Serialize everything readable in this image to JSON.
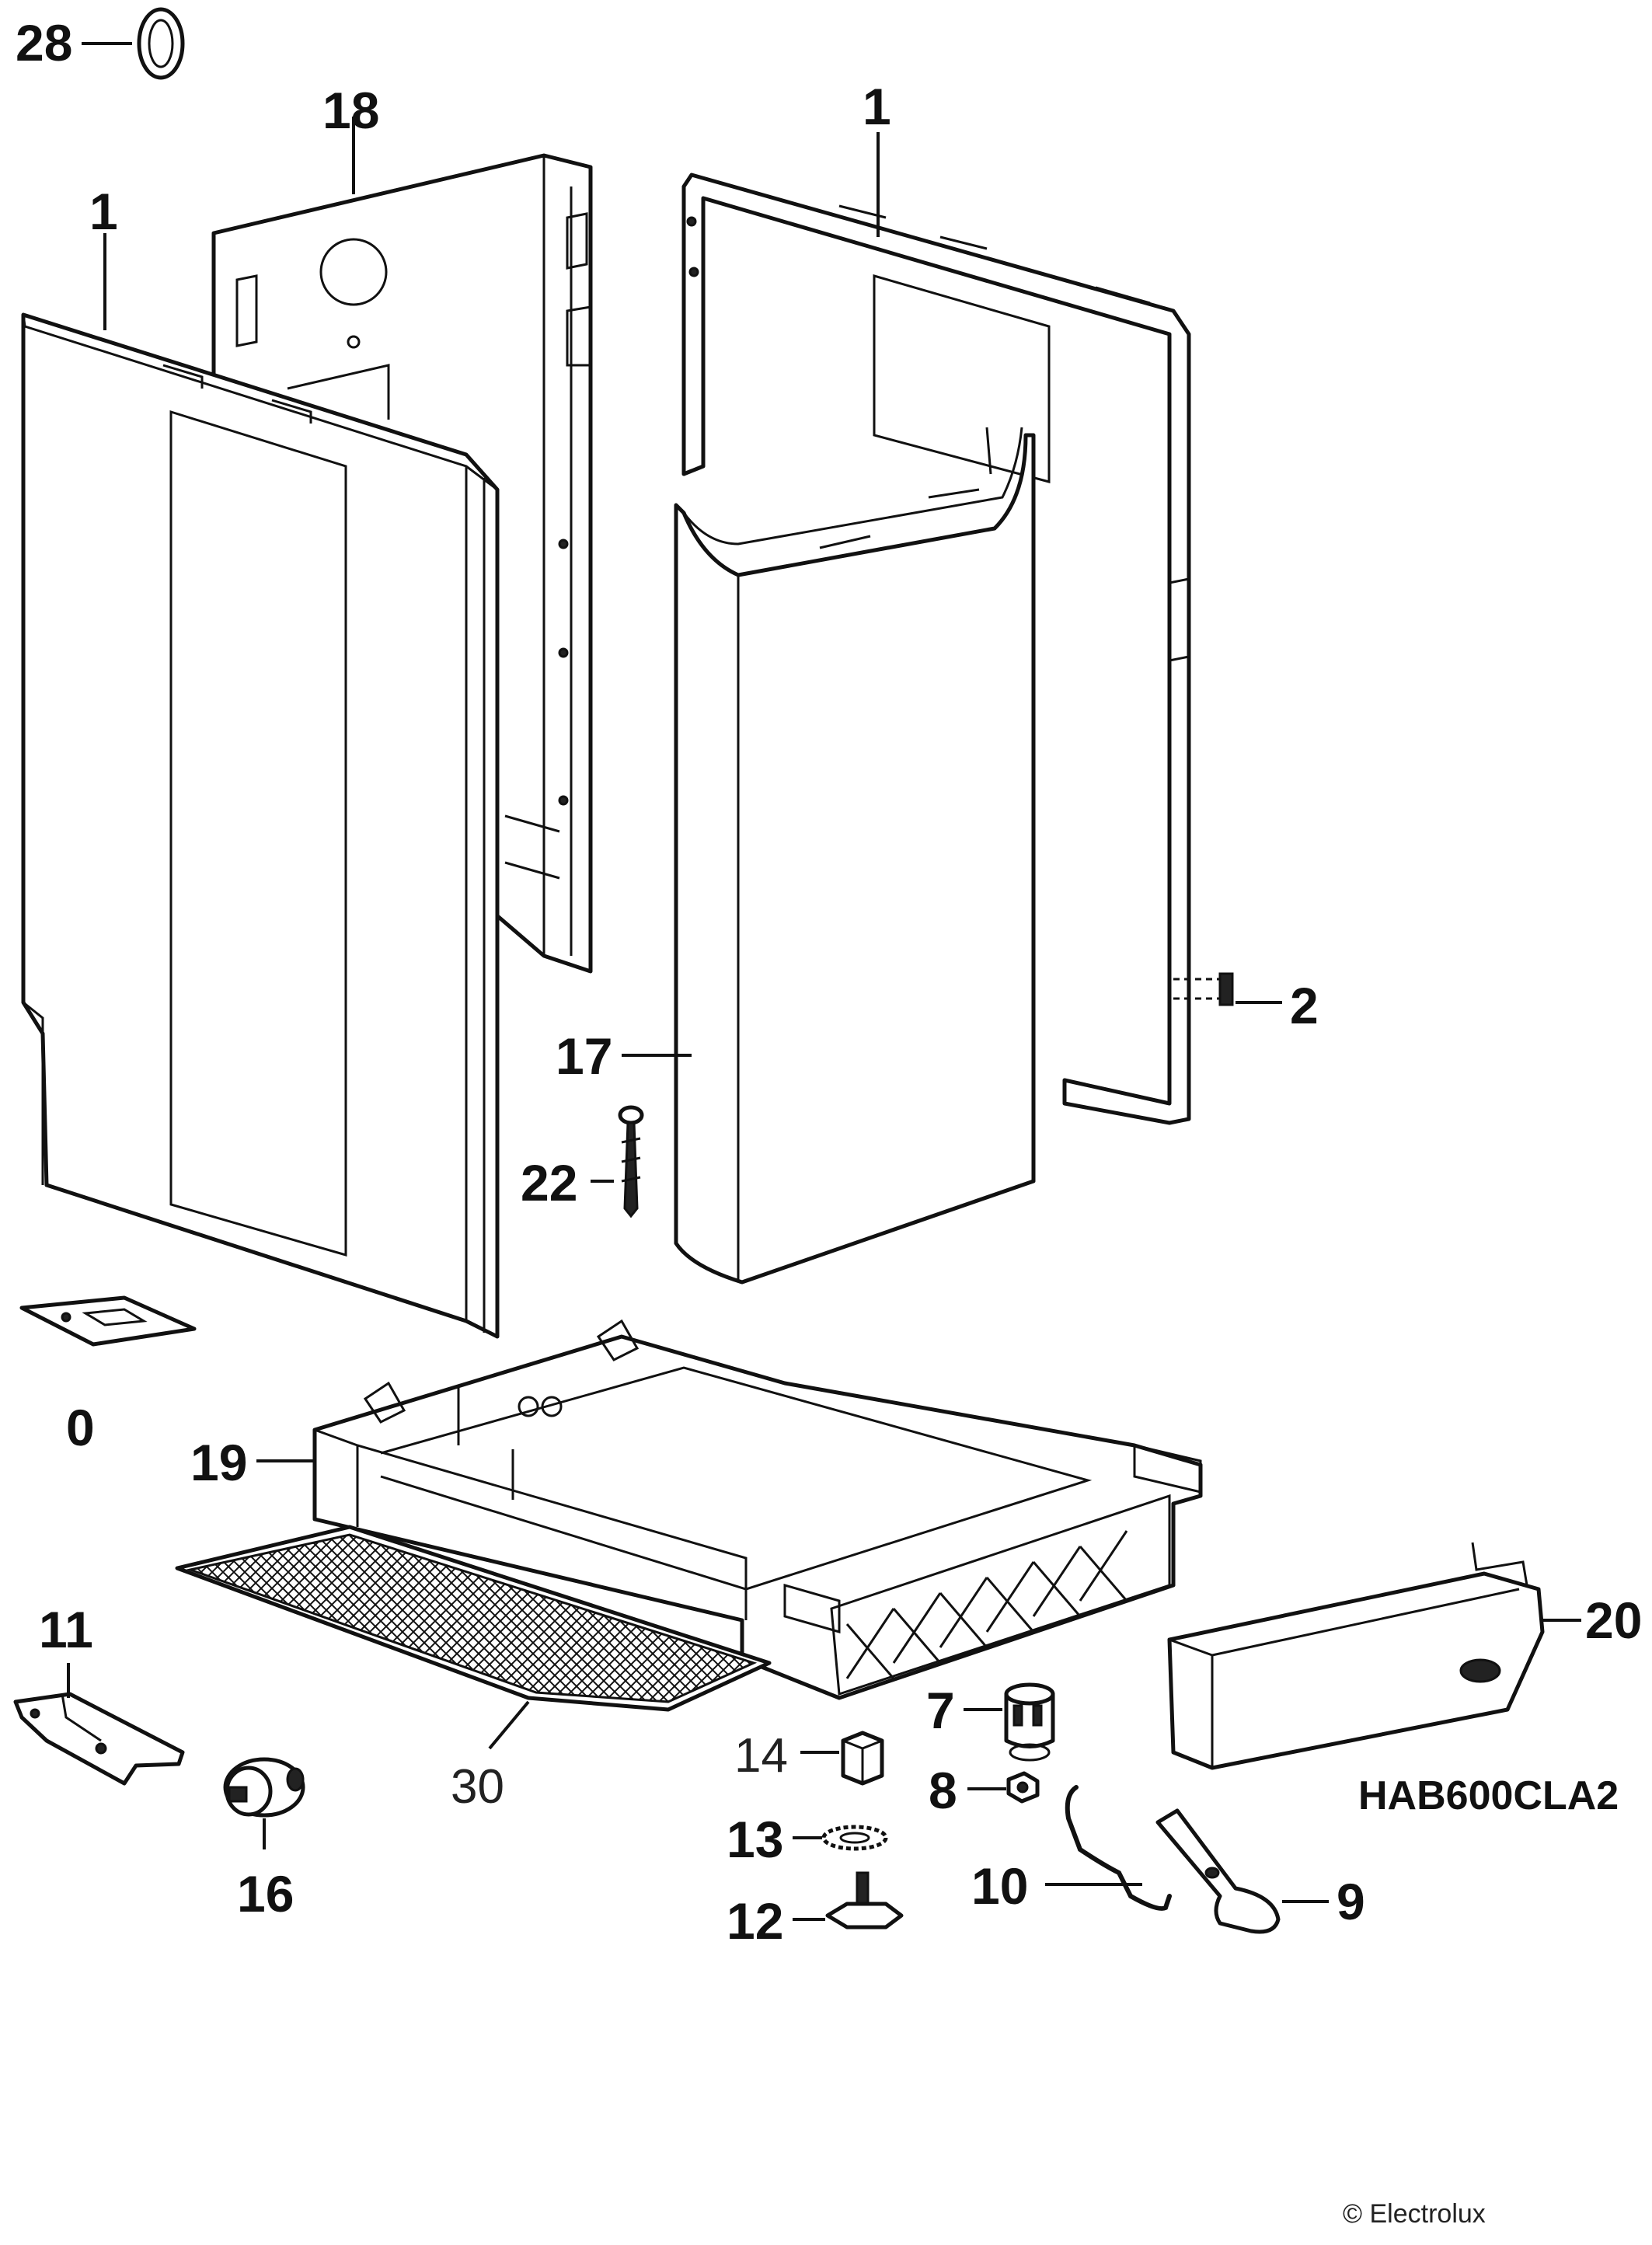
{
  "labels": {
    "p28": "28",
    "p18": "18",
    "p1_right": "1",
    "p1_left": "1",
    "p2": "2",
    "p17": "17",
    "p22": "22",
    "p0": "0",
    "p19": "19",
    "p20": "20",
    "p11": "11",
    "p30": "30",
    "p7": "7",
    "p14": "14",
    "p8": "8",
    "p13": "13",
    "p10": "10",
    "p12": "12",
    "p9": "9",
    "p16": "16"
  },
  "model_code": "HAB600CLA2",
  "copyright": "© Electrolux",
  "parts": [
    "ring-gasket",
    "rear-panel",
    "side-panel-right",
    "side-panel-left",
    "clip",
    "front-cover-panel",
    "screw",
    "plate",
    "base-frame",
    "kickplate",
    "bracket",
    "grid-mat",
    "foot-sleeve",
    "spacer",
    "nut",
    "washer",
    "spring-wire",
    "adjustable-foot",
    "lever",
    "wheel-roller"
  ]
}
